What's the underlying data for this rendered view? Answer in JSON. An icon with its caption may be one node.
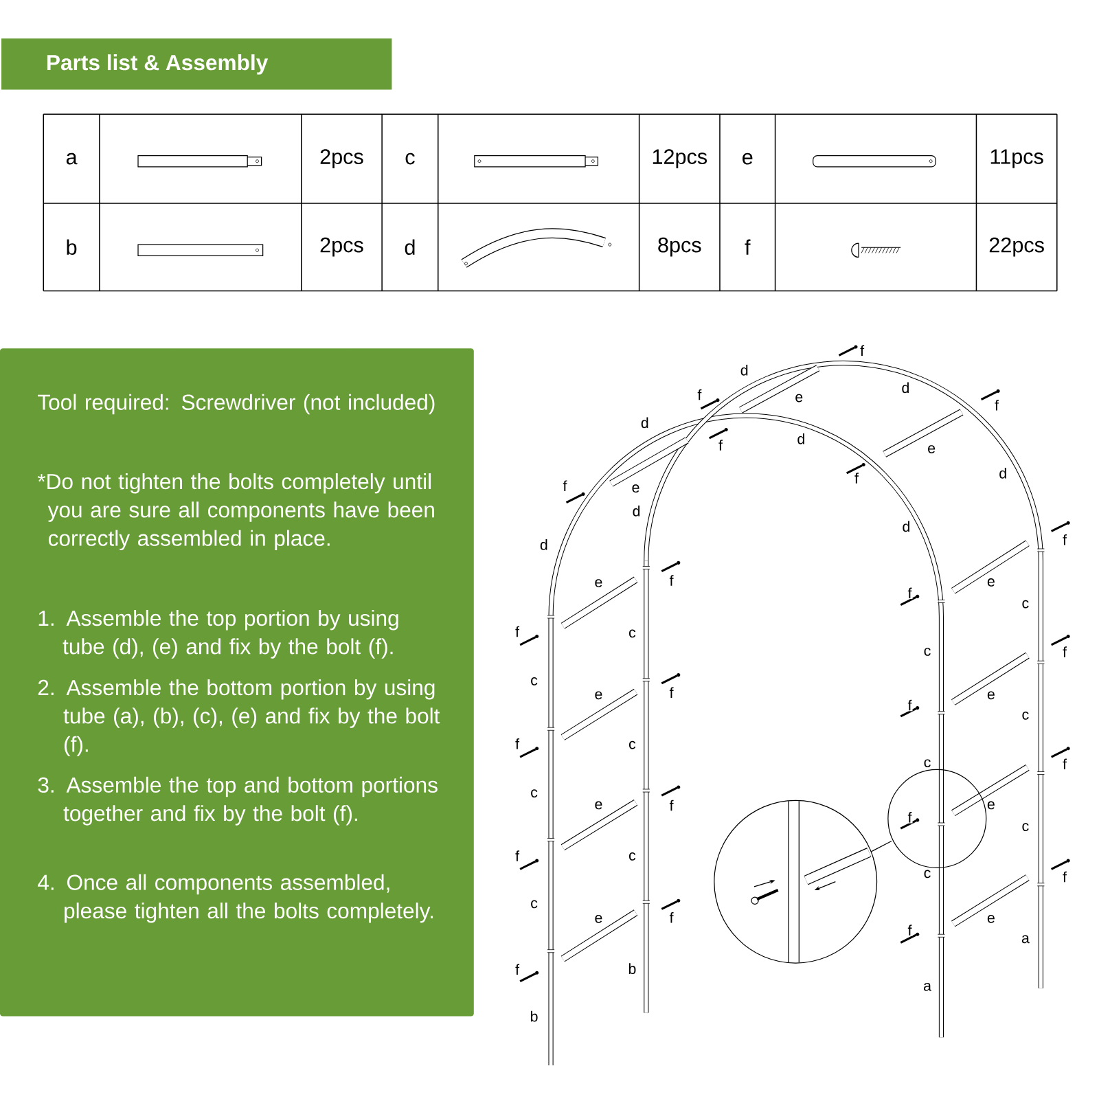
{
  "diagram": {
    "title": "Parts list & Assembly",
    "labels": [
      "a",
      "2pcs",
      "c",
      "12pcs",
      "e",
      "11pcs",
      "b",
      "2pcs",
      "d",
      "8pcs",
      "f",
      "22pcs",
      "Tool required: Screwdriver (not included)",
      "*Do not tighten the bolts completely until you are sure all components have been correctly assembled in place.",
      "1. Assemble the top portion by using tube (d), (e) and fix by the bolt (f).",
      "2. Assemble the bottom portion by using tube (a), (b), (c), (e) and fix by the bolt (f).",
      "3. Assemble the top and bottom portions together and fix by the bolt (f).",
      "4. Once all components assembled, please tighten all the bolts completely.",
      "f",
      "d",
      "d",
      "f",
      "e",
      "f",
      "d",
      "d",
      "f",
      "e",
      "d",
      "f",
      "f",
      "e",
      "d",
      "d",
      "f",
      "d",
      "e",
      "f",
      "e",
      "f",
      "c",
      "f",
      "c",
      "c",
      "f",
      "c",
      "e",
      "f",
      "e",
      "f",
      "c",
      "f",
      "c",
      "c",
      "f",
      "c",
      "e",
      "f",
      "e",
      "f",
      "c",
      "f",
      "c",
      "c",
      "f",
      "c",
      "e",
      "f",
      "e",
      "f",
      "a",
      "f",
      "b",
      "a",
      "b"
    ]
  }
}
